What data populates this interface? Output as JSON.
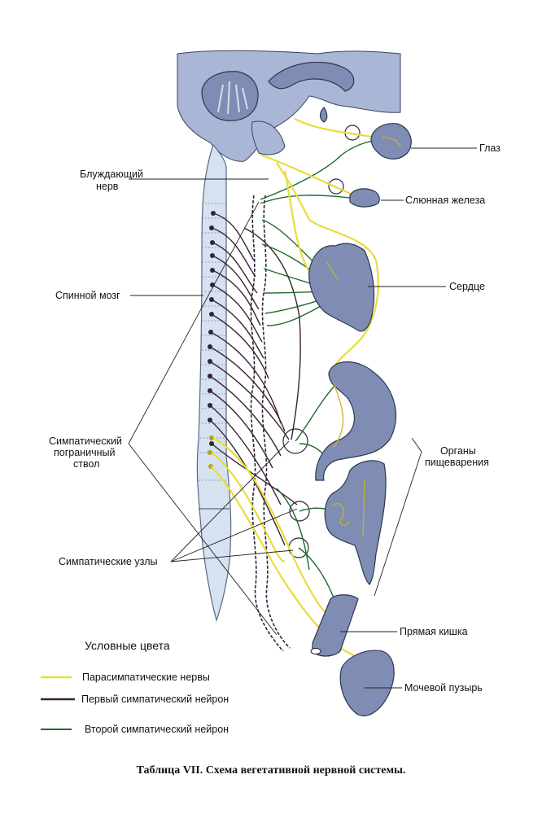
{
  "diagram": {
    "title": "Схема вегетативной нервной системы",
    "labels": {
      "eye": "Глаз",
      "vagus_line1": "Блуждающий",
      "vagus_line2": "нерв",
      "salivary_gland": "Слюнная железа",
      "spinal_cord": "Спинной мозг",
      "heart": "Сердце",
      "sympathetic_trunk_line1": "Симпатический",
      "sympathetic_trunk_line2": "пограничный",
      "sympathetic_trunk_line3": "ствол",
      "digestive_line1": "Органы",
      "digestive_line2": "пищеварения",
      "sympathetic_ganglia": "Симпатические узлы",
      "rectum": "Прямая кишка",
      "bladder": "Мочевой пузырь"
    },
    "legend": {
      "title": "Условные цвета",
      "items": [
        {
          "label": "Парасимпатические нервы",
          "color": "#e8dc3c"
        },
        {
          "label": "Первый симпатический нейрон",
          "color": "#3a2330"
        },
        {
          "label": "Второй симпатический нейрон",
          "color": "#1f6a2a"
        }
      ]
    },
    "caption": "Таблица VII. Схема вегетативной нервной системы."
  }
}
